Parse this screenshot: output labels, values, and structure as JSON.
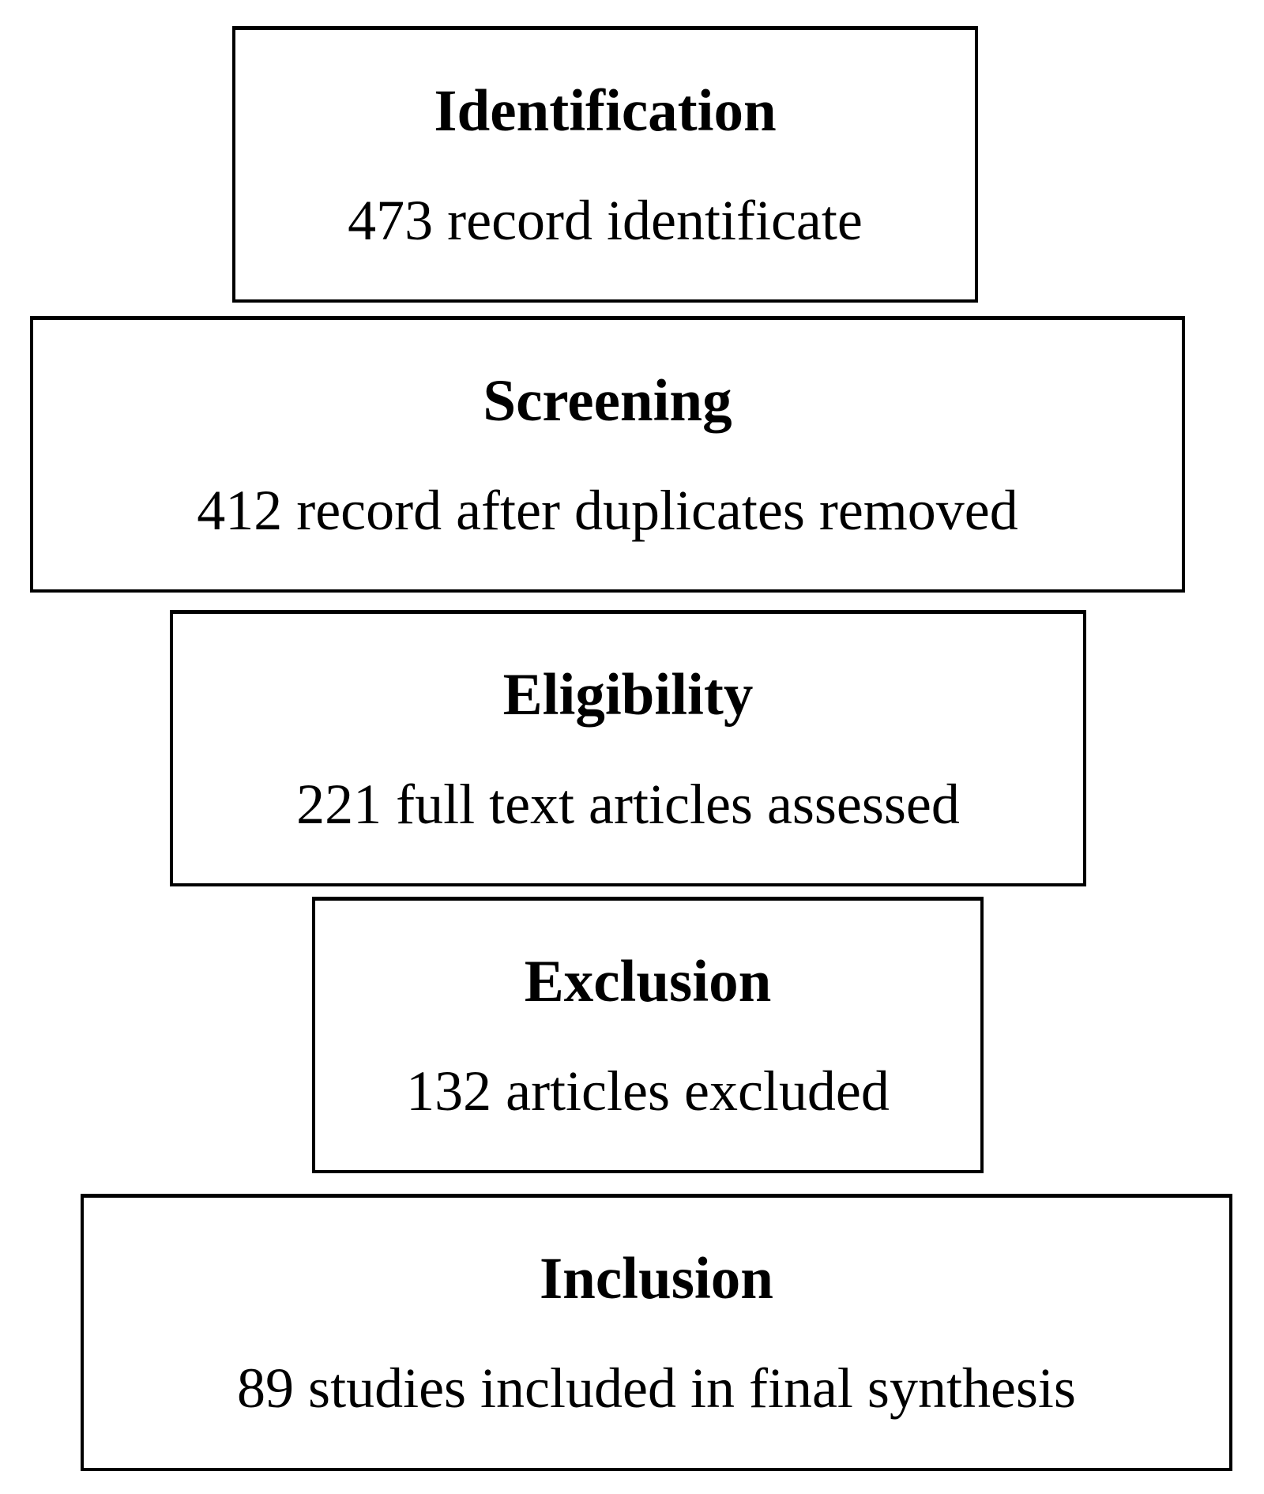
{
  "diagram": {
    "type": "flow-diagram",
    "description": "Study selection flow diagram with five stacked stage boxes",
    "stages": [
      {
        "id": "identification",
        "title": "Identification",
        "detail": "473 record identificate",
        "count": 473
      },
      {
        "id": "screening",
        "title": "Screening",
        "detail": "412 record after duplicates removed",
        "count": 412
      },
      {
        "id": "eligibility",
        "title": "Eligibility",
        "detail": "221 full text articles assessed",
        "count": 221
      },
      {
        "id": "exclusion",
        "title": "Exclusion",
        "detail": "132 articles excluded",
        "count": 132
      },
      {
        "id": "inclusion",
        "title": "Inclusion",
        "detail": "89 studies included in final synthesis",
        "count": 89
      }
    ],
    "colors": {
      "border": "#000000",
      "background": "#ffffff",
      "text": "#000000"
    }
  }
}
